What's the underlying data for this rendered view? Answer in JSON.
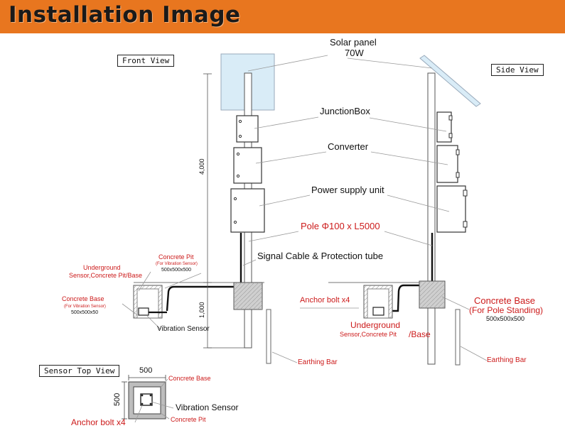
{
  "header": {
    "title": "Installation Image"
  },
  "views": {
    "front": "Front View",
    "side": "Side View",
    "sensor_top": "Sensor Top View"
  },
  "components": {
    "solar_panel": "Solar panel",
    "solar_panel_power": "70W",
    "junction_box": "JunctionBox",
    "converter": "Converter",
    "power_supply": "Power supply unit",
    "pole": "Pole Φ100 x L5000",
    "signal_cable": "Signal Cable & Protection tube"
  },
  "front_view": {
    "dim_height": "4,000",
    "dim_depth": "1,000",
    "underground_line1": "Underground",
    "underground_line2": "Sensor,Concrete Pit/Base",
    "concrete_pit": "Concrete Pit",
    "concrete_pit_note": "(For Vibration Sensor)",
    "concrete_pit_size": "500x500x500",
    "concrete_base": "Concrete Base",
    "concrete_base_note": "(For Vibration Sensor)",
    "concrete_base_size": "500x500x50",
    "vibration_sensor": "Vibration Sensor",
    "earthing_bar": "Earthing Bar"
  },
  "side_view": {
    "anchor_bolt": "Anchor bolt x4",
    "underground_line1": "Underground",
    "underground_line2_a": "Sensor,Concrete Pit",
    "underground_line2_b": "/Base",
    "concrete_base": "Concrete Base",
    "concrete_base_note": "(For Pole Standing)",
    "concrete_base_size": "500x500x500",
    "earthing_bar": "Earthing Bar"
  },
  "sensor_top_view": {
    "width": "500",
    "height": "500",
    "concrete_base": "Concrete Base",
    "vibration_sensor": "Vibration Sensor",
    "concrete_pit": "Concrete Pit",
    "anchor_bolt": "Anchor bolt x4"
  },
  "colors": {
    "banner": "#e8761f",
    "annotation_red": "#cc1a1a",
    "panel_fill": "#d9ecf7",
    "concrete": "#cfcfcf"
  }
}
